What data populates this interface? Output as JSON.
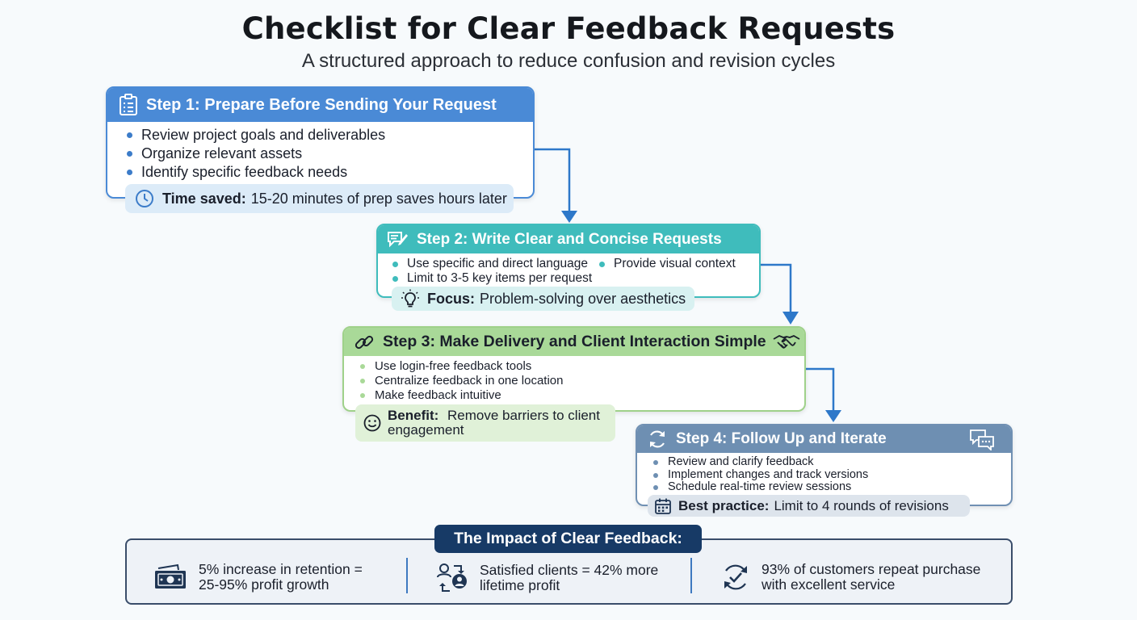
{
  "title": "Checklist for Clear Feedback Requests",
  "subtitle": "A structured approach to reduce confusion and revision cycles",
  "steps": [
    {
      "title": "Step 1: Prepare Before Sending Your Request",
      "icon": "clipboard-icon",
      "color": "#4a8ad6",
      "bullets": [
        "Review project goals and deliverables",
        "Organize relevant assets",
        "Identify specific feedback needs"
      ],
      "note_icon": "clock-icon",
      "note_label": "Time saved:",
      "note_text": "15-20 minutes of prep saves hours later"
    },
    {
      "title": "Step 2: Write Clear and Concise Requests",
      "icon": "edit-note-icon",
      "color": "#3fbcbc",
      "bullets": [
        "Use specific and direct language",
        "Provide visual context",
        "Limit to 3-5 key items per request"
      ],
      "note_icon": "lightbulb-icon",
      "note_label": "Focus:",
      "note_text": "Problem-solving over aesthetics"
    },
    {
      "title": "Step 3: Make Delivery and Client Interaction Simple",
      "icon": "link-icon",
      "trailing_icon": "handshake-icon",
      "color": "#a9d998",
      "bullets": [
        "Use login-free feedback tools",
        "Centralize feedback in one location",
        "Make feedback intuitive"
      ],
      "note_icon": "smiley-icon",
      "note_label": "Benefit:",
      "note_text": "Remove barriers to client engagement"
    },
    {
      "title": "Step 4: Follow Up and Iterate",
      "icon": "refresh-icon",
      "trailing_icon": "chat-bubbles-icon",
      "color": "#6e8fb2",
      "bullets": [
        "Review and clarify feedback",
        "Implement changes and track versions",
        "Schedule real-time review sessions"
      ],
      "note_icon": "calendar-icon",
      "note_label": "Best practice:",
      "note_text": "Limit to 4 rounds of revisions"
    }
  ],
  "impact": {
    "title": "The Impact of Clear Feedback:",
    "stats": [
      {
        "icon": "money-icon",
        "text": "5% increase in retention = 25-95% profit growth"
      },
      {
        "icon": "users-exchange-icon",
        "text": "Satisfied clients = 42% more lifetime profit"
      },
      {
        "icon": "check-cycle-icon",
        "text": "93% of customers repeat purchase with excellent service"
      }
    ]
  }
}
